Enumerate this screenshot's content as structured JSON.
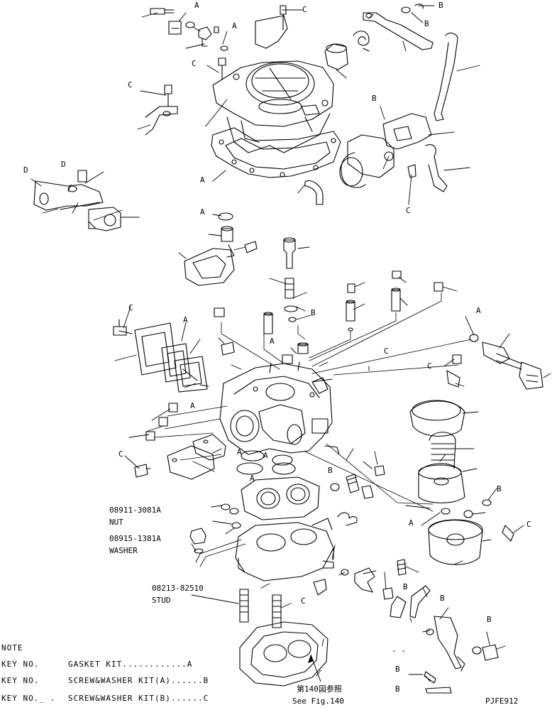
{
  "callouts": {
    "a": "A",
    "b": "B",
    "c": "C",
    "d": "D"
  },
  "parts": {
    "nut_pn": "08911-3081A",
    "nut_label": "NUT",
    "washer_pn": "08915-1381A",
    "washer_label": "WASHER",
    "stud_pn": "08213-82510",
    "stud_label": "STUD"
  },
  "notes": {
    "title": "NOTE",
    "rows": [
      {
        "key": "KEY NO.",
        "desc": "GASKET KIT............A"
      },
      {
        "key": "KEY NO.",
        "desc": "SCREW&WASHER KIT(A)......B"
      },
      {
        "key": "KEY NO._ .",
        "desc": "SCREW&WASHER KIT(B)......C"
      }
    ]
  },
  "reference": {
    "jp": "第140図参照",
    "en": "See Fig.140"
  },
  "drawing_code": "PJFE912",
  "dash_mark": "- -"
}
